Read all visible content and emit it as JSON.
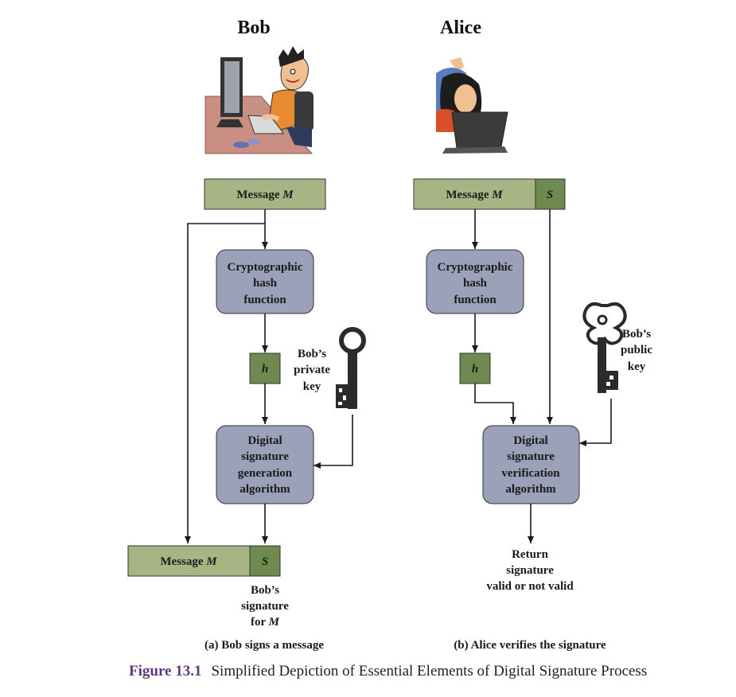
{
  "people": {
    "bob": "Bob",
    "alice": "Alice"
  },
  "bob_side": {
    "message": "Message ",
    "message_var": "M",
    "hash_function": [
      "Cryptographic",
      "hash",
      "function"
    ],
    "hash_value": "h",
    "private_key": [
      "Bob’s",
      "private",
      "key"
    ],
    "sign_algorithm": [
      "Digital",
      "signature",
      "generation",
      "algorithm"
    ],
    "signed_message": "Message ",
    "signed_message_var": "M",
    "signature_symbol": "S",
    "signature_label": [
      "Bob’s",
      "signature",
      "for "
    ],
    "signature_label_var": "M",
    "caption": "(a) Bob signs a message"
  },
  "alice_side": {
    "message": "Message ",
    "message_var": "M",
    "signature_symbol": "S",
    "hash_function": [
      "Cryptographic",
      "hash",
      "function"
    ],
    "hash_value": "h",
    "public_key": [
      "Bob’s",
      "public",
      "key"
    ],
    "verify_algorithm": [
      "Digital",
      "signature",
      "verification",
      "algorithm"
    ],
    "result": [
      "Return",
      "signature",
      "valid or not valid"
    ],
    "caption": "(b) Alice verifies the signature"
  },
  "figure": {
    "number": "Figure 13.1",
    "title": "Simplified Depiction of Essential Elements of Digital Signature Process"
  },
  "colors": {
    "message_box": "#a7b585",
    "signature_box": "#6f8a4f",
    "process_box": "#9aa1b8",
    "floor": "#c98f83",
    "caption_accent": "#5c3b7c"
  }
}
